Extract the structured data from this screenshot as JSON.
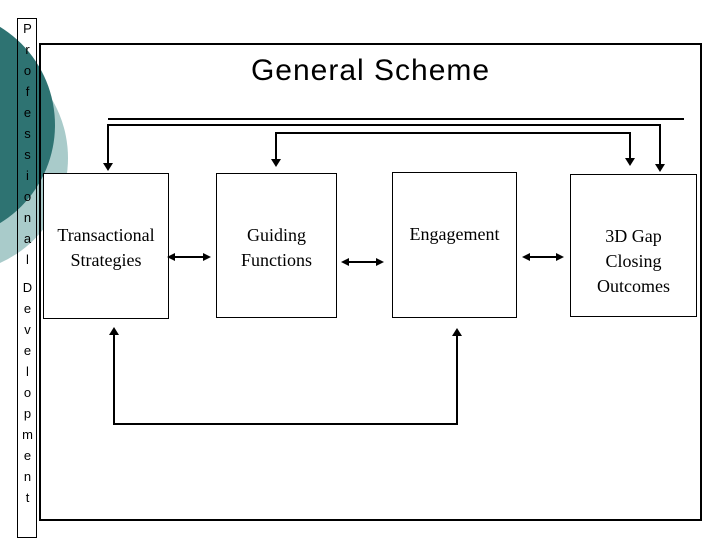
{
  "slide": {
    "title": "General Scheme",
    "sidebar": {
      "word_top": "Professional",
      "word_bottom": "Development"
    }
  },
  "boxes": [
    {
      "name": "transactional-strategies",
      "label": "Transactional\nStrategies"
    },
    {
      "name": "guiding-functions",
      "label": "Guiding\nFunctions"
    },
    {
      "name": "engagement",
      "label": "Engagement"
    },
    {
      "name": "gap-closing-outcomes",
      "label": "3D Gap\nClosing\nOutcomes"
    }
  ],
  "connectors": {
    "top_rail_1_drops_into": [
      "Transactional Strategies",
      "3D Gap Closing Outcomes"
    ],
    "top_rail_2_drops_into": [
      "Guiding Functions",
      "3D Gap Closing Outcomes"
    ],
    "bidirectional_arrows": [
      "Transactional Strategies <-> Guiding Functions",
      "Guiding Functions <-> Engagement",
      "Engagement <-> 3D Gap Closing Outcomes"
    ],
    "feedback_loop_up_arrows_into": [
      "Transactional Strategies",
      "Engagement"
    ]
  },
  "colors": {
    "dark_teal": "#2E7372",
    "light_teal": "#A9CBCA",
    "line": "#000000",
    "background": "#FFFFFF"
  }
}
